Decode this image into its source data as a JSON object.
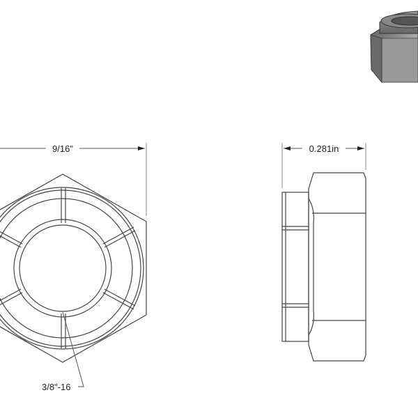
{
  "dimensions": {
    "width_across_flats": "9/16\"",
    "thickness": "0.281in",
    "thread": "3/8\"-16"
  }
}
